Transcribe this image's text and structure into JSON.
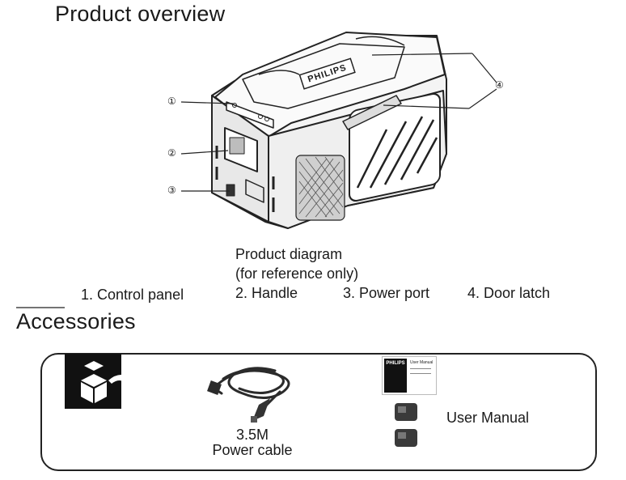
{
  "overview": {
    "title": "Product overview",
    "callouts": [
      "①",
      "②",
      "③",
      "④"
    ],
    "brand": "PHILIPS",
    "caption_line1": "Product diagram",
    "caption_line2": "(for reference only)",
    "parts": [
      "1. Control panel",
      "2. Handle",
      "3. Power port",
      "4. Door latch"
    ]
  },
  "accessories": {
    "title": "Accessories",
    "cable_length": "3.5M",
    "cable_name": "Power cable",
    "manual_label": "User Manual",
    "manual_brand": "PHILIPS",
    "manual_header": "User Manual"
  },
  "icons": {
    "unboxing": "unbox-icon",
    "cable": "power-cable-icon",
    "manual": "manual-booklet-icon",
    "adapter": "plug-adapter-icon"
  }
}
